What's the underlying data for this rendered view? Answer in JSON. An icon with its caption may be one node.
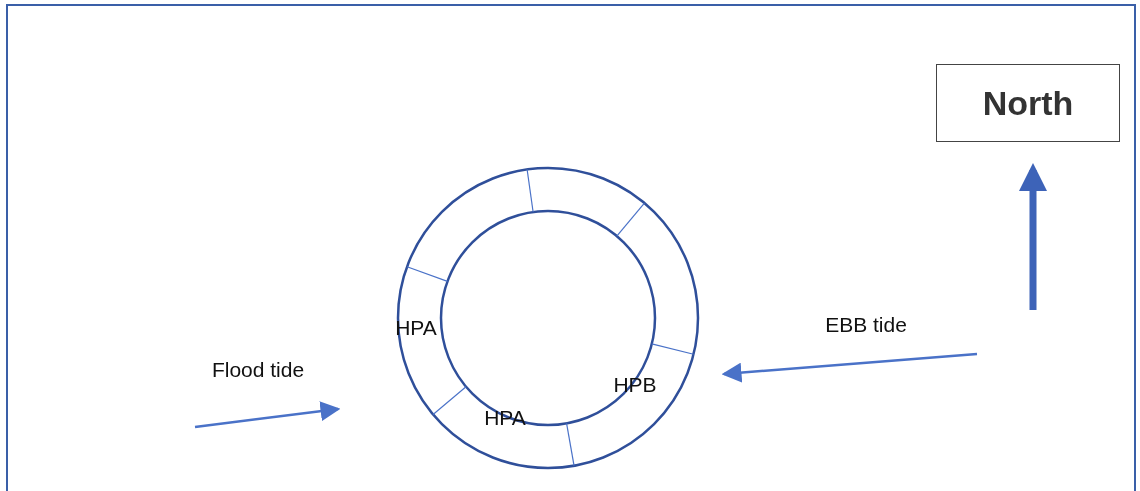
{
  "diagram": {
    "nodes": [
      {
        "text": [
          "North"
        ]
      }
    ],
    "labels": [
      "HPA",
      "EBB tide",
      "Flood tide",
      "HPB",
      "HPA"
    ]
  }
}
